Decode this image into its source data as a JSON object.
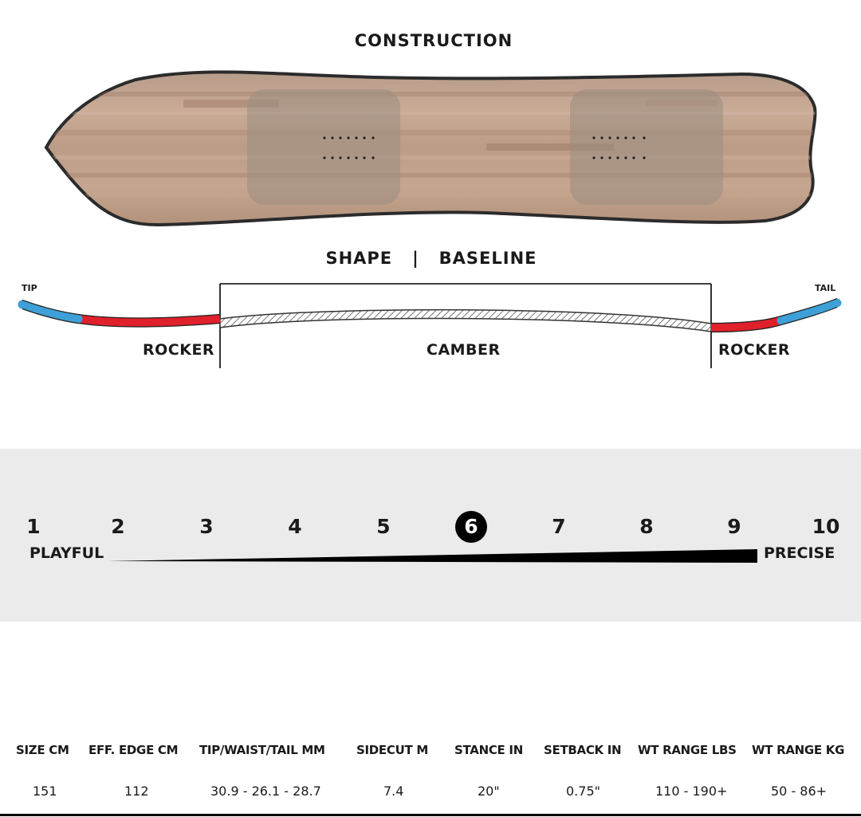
{
  "construction_title": "CONSTRUCTION",
  "shape_title": "SHAPE   |   BASELINE",
  "profile": {
    "tip": "TIP",
    "tail": "TAIL",
    "left_label": "ROCKER",
    "center_label": "CAMBER",
    "right_label": "ROCKER",
    "colors": {
      "blue": "#3ea0d6",
      "red": "#e0202a",
      "camber_hatch": "#777777"
    }
  },
  "scale": {
    "numbers": [
      "1",
      "2",
      "3",
      "4",
      "5",
      "6",
      "7",
      "8",
      "9",
      "10"
    ],
    "selected": "6",
    "left_word": "PLAYFUL",
    "right_word": "PRECISE"
  },
  "specs": {
    "headers": [
      "SIZE CM",
      "EFF. EDGE CM",
      "TIP/WAIST/TAIL MM",
      "SIDECUT M",
      "STANCE IN",
      "SETBACK IN",
      "WT RANGE LBS",
      "WT RANGE KG"
    ],
    "values": [
      "151",
      "112",
      "30.9 - 26.1 - 28.7",
      "7.4",
      "20\"",
      "0.75\"",
      "110 - 190+",
      "50 - 86+"
    ]
  }
}
